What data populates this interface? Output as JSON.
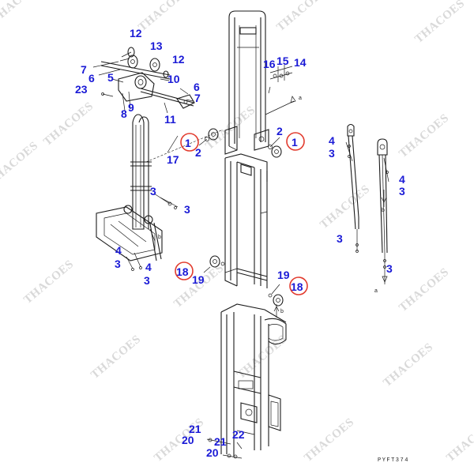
{
  "watermark": "THACOES",
  "drawing_code": "PYFT374",
  "arrow_markers": [
    "a",
    "a",
    "b",
    "b",
    "b"
  ],
  "callouts": [
    "12",
    "13",
    "7",
    "12",
    "6",
    "5",
    "10",
    "23",
    "9",
    "8",
    "6",
    "7",
    "11",
    "16",
    "15",
    "14",
    "2",
    "1",
    "2",
    "1",
    "17",
    "4",
    "3",
    "4",
    "3",
    "3",
    "3",
    "3",
    "3",
    "4",
    "3",
    "4",
    "3",
    "18",
    "19",
    "19",
    "18",
    "21",
    "20",
    "21",
    "22",
    "20"
  ],
  "highlighted": [
    "1",
    "1",
    "18",
    "18"
  ]
}
